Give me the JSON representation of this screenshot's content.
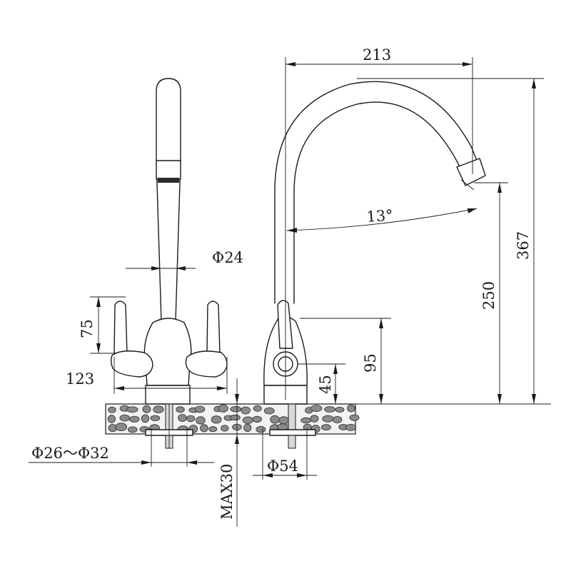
{
  "dimensions": {
    "width_213": "213",
    "height_367": "367",
    "height_250": "250",
    "angle_13": "13°",
    "dia_24": "Φ24",
    "height_75": "75",
    "width_123": "123",
    "height_95": "95",
    "height_45": "45",
    "hole_dia_range": "Φ26～Φ32",
    "base_dia_54": "Φ54",
    "max_thickness": "MAX30"
  }
}
